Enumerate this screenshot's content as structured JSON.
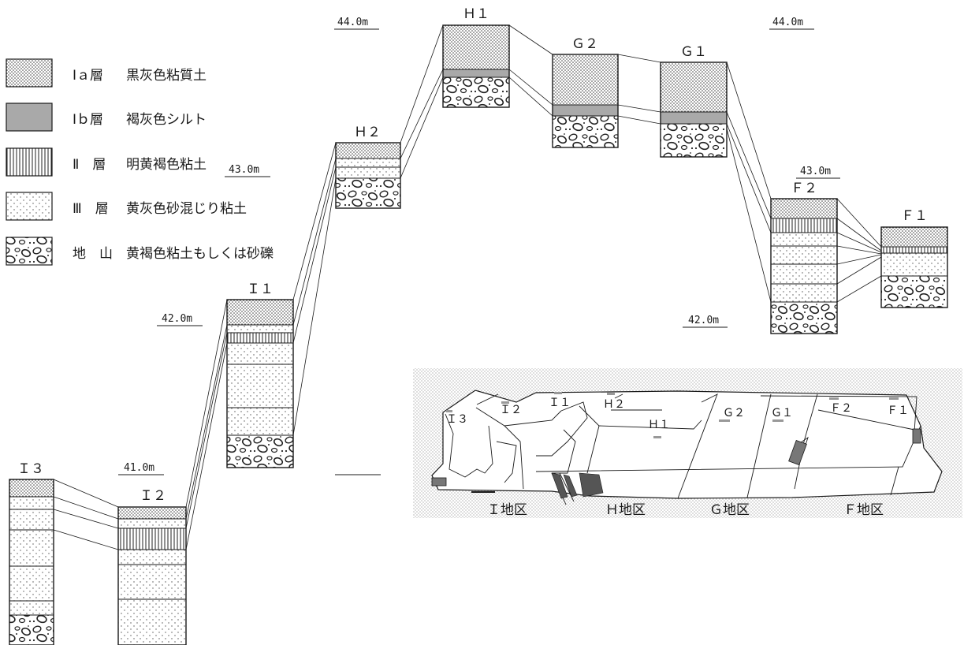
{
  "colors": {
    "ink": "#1a1a1a",
    "silt": "#a9a9a9",
    "map_background_dots": "#8c8c8c"
  },
  "legend": [
    {
      "pattern": "dense-dots",
      "code": "Ⅰａ層",
      "desc": "黒灰色粘質土"
    },
    {
      "pattern": "gray-fill",
      "code": "Ⅰｂ層",
      "desc": "褐灰色シルト"
    },
    {
      "pattern": "vertical-lines",
      "code": "Ⅱ　層",
      "desc": "明黄褐色粘土"
    },
    {
      "pattern": "sparse-dots",
      "code": "Ⅲ　層",
      "desc": "黄灰色砂混じり粘土"
    },
    {
      "pattern": "gravel",
      "code": "地　山",
      "desc": "黄褐色粘土もしくは砂礫"
    }
  ],
  "elevations": {
    "m44_left": "44.0m",
    "m44_right": "44.0m",
    "m43_left": "43.0m",
    "m43_right": "43.0m",
    "m42_left": "42.0m",
    "m42_right": "42.0m",
    "m41_left": "41.0m"
  },
  "columns": [
    {
      "id": "I3",
      "label": "Ｉ３"
    },
    {
      "id": "I2",
      "label": "Ｉ２"
    },
    {
      "id": "I1",
      "label": "Ｉ１"
    },
    {
      "id": "H2",
      "label": "Ｈ２"
    },
    {
      "id": "H1",
      "label": "Ｈ１"
    },
    {
      "id": "G2",
      "label": "Ｇ２"
    },
    {
      "id": "G1",
      "label": "Ｇ１"
    },
    {
      "id": "F2",
      "label": "Ｆ２"
    },
    {
      "id": "F1",
      "label": "Ｆ１"
    }
  ],
  "map": {
    "points": [
      "Ｉ３",
      "Ｉ２",
      "Ｉ１",
      "Ｈ２",
      "Ｈ１",
      "Ｇ２",
      "Ｇ１",
      "Ｆ２",
      "Ｆ１"
    ],
    "districts": [
      "Ｉ地区",
      "Ｈ地区",
      "Ｇ地区",
      "Ｆ地区"
    ]
  }
}
